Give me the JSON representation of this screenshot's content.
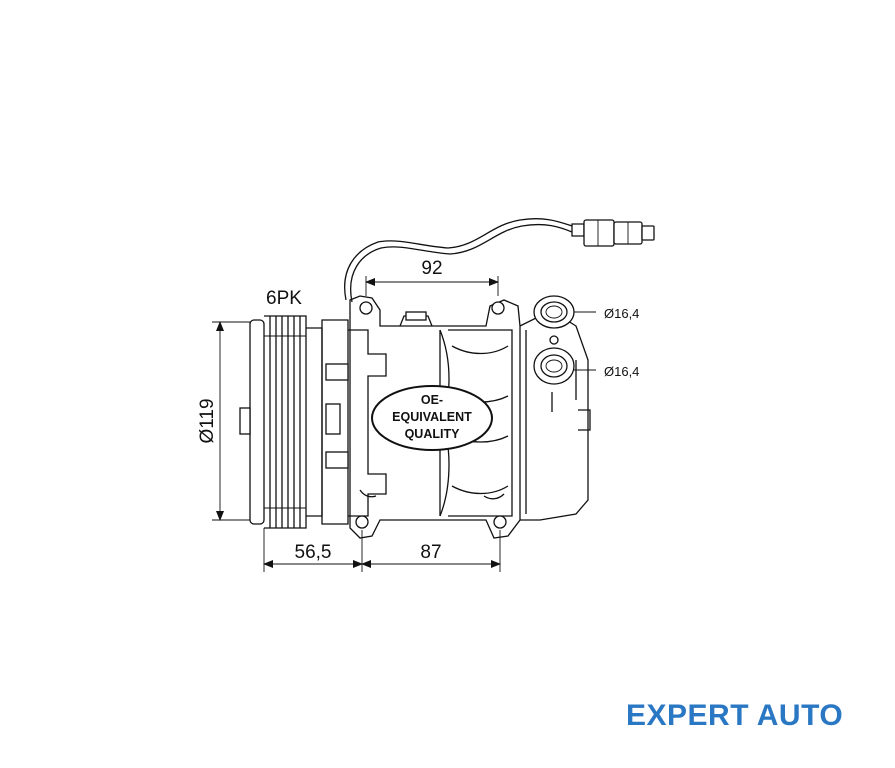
{
  "labels": {
    "belt": "6PK",
    "width_top": "92",
    "diameter": "Ø119",
    "offset_bottom": "56,5",
    "width_bottom": "87",
    "port_upper": "Ø16,4",
    "port_lower": "Ø16,4"
  },
  "badge": {
    "line1": "OE-",
    "line2": "EQUIVALENT",
    "line3": "QUALITY"
  },
  "watermark": {
    "text": "EXPERT AUTO",
    "color": "#2a77c4"
  }
}
